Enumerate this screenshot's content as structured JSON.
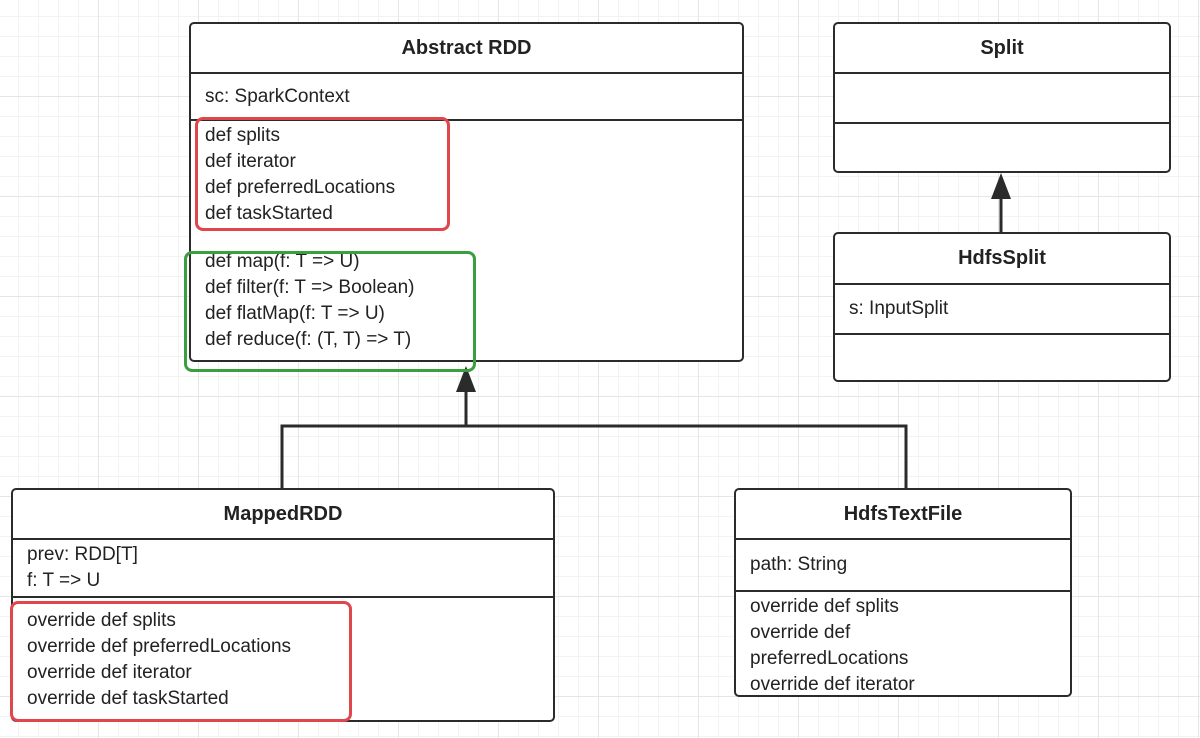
{
  "colors": {
    "red_highlight": "#e0474c",
    "green_highlight": "#3a9f3f",
    "border": "#2b2b2b"
  },
  "classes": {
    "abstract_rdd": {
      "name": "Abstract RDD",
      "attributes": [
        "sc: SparkContext"
      ],
      "methods_core": [
        "def splits",
        "def iterator",
        "def preferredLocations",
        "def taskStarted"
      ],
      "methods_ops": [
        "def map(f: T => U)",
        "def filter(f: T => Boolean)",
        "def flatMap(f: T => U)",
        "def reduce(f: (T, T) => T)"
      ]
    },
    "split": {
      "name": "Split"
    },
    "hdfs_split": {
      "name": "HdfsSplit",
      "attributes": [
        "s: InputSplit"
      ]
    },
    "mapped_rdd": {
      "name": "MappedRDD",
      "attributes": [
        "prev: RDD[T]",
        "f: T => U"
      ],
      "methods": [
        "override def splits",
        "override def preferredLocations",
        "override def iterator",
        "override def taskStarted"
      ]
    },
    "hdfs_text_file": {
      "name": "HdfsTextFile",
      "attributes": [
        "path: String"
      ],
      "methods": [
        "override def splits",
        "override def",
        "preferredLocations",
        "override def iterator"
      ]
    }
  },
  "relations": [
    {
      "from": "MappedRDD",
      "to": "Abstract RDD",
      "type": "inheritance"
    },
    {
      "from": "HdfsTextFile",
      "to": "Abstract RDD",
      "type": "inheritance"
    },
    {
      "from": "HdfsSplit",
      "to": "Split",
      "type": "inheritance"
    }
  ]
}
